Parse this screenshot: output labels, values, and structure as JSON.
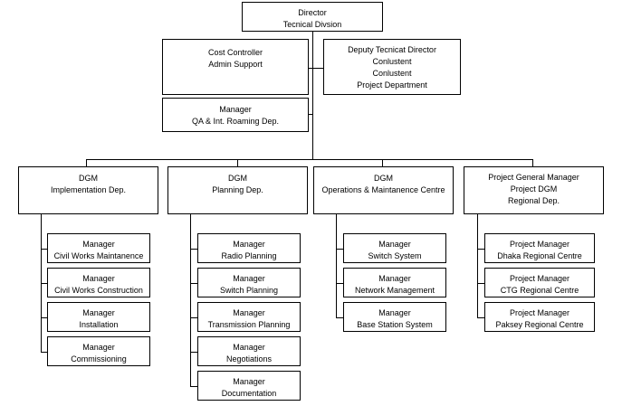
{
  "chart_data": {
    "type": "diagram",
    "title": "Technical Division Organizational Chart",
    "orientation": "top-down hierarchy with left-spine sub-branches",
    "levels": 3
  },
  "nodes": {
    "director": {
      "lines": [
        "Director",
        "Tecnical Divsion"
      ]
    },
    "cost_controller": {
      "lines": [
        "Cost Controller",
        "Admin Support"
      ]
    },
    "deputy": {
      "lines": [
        "Deputy Tecnicat Director",
        "Conlustent",
        "Conlustent",
        "Project Department"
      ]
    },
    "manager_qa": {
      "lines": [
        "Manager",
        "QA & Int. Roaming Dep."
      ]
    },
    "dgm_implementation": {
      "lines": [
        "DGM",
        "Implementation Dep."
      ]
    },
    "dgm_planning": {
      "lines": [
        "DGM",
        "Planning Dep."
      ]
    },
    "dgm_operations": {
      "lines": [
        "DGM",
        "Operations & Maintanence Centre"
      ]
    },
    "project_general_manager": {
      "lines": [
        "Project General Manager",
        "Project DGM",
        "Regional Dep."
      ]
    },
    "impl_1": {
      "lines": [
        "Manager",
        "Civil Works  Maintanence"
      ]
    },
    "impl_2": {
      "lines": [
        "Manager",
        "Civil Works Construction"
      ]
    },
    "impl_3": {
      "lines": [
        "Manager",
        "Installation"
      ]
    },
    "impl_4": {
      "lines": [
        "Manager",
        "Commissioning"
      ]
    },
    "plan_1": {
      "lines": [
        "Manager",
        "Radio Planning"
      ]
    },
    "plan_2": {
      "lines": [
        "Manager",
        "Switch Planning"
      ]
    },
    "plan_3": {
      "lines": [
        "Manager",
        "Transmission Planning"
      ]
    },
    "plan_4": {
      "lines": [
        "Manager",
        "Negotiations"
      ]
    },
    "plan_5": {
      "lines": [
        "Manager",
        "Documentation"
      ]
    },
    "ops_1": {
      "lines": [
        "Manager",
        "Switch System"
      ]
    },
    "ops_2": {
      "lines": [
        "Manager",
        "Network Management"
      ]
    },
    "ops_3": {
      "lines": [
        "Manager",
        "Base Station System"
      ]
    },
    "reg_1": {
      "lines": [
        "Project Manager",
        "Dhaka Regional Centre"
      ]
    },
    "reg_2": {
      "lines": [
        "Project Manager",
        "CTG Regional Centre"
      ]
    },
    "reg_3": {
      "lines": [
        "Project Manager",
        "Paksey Regional Centre"
      ]
    }
  },
  "style": {
    "border_color": "#000000",
    "background_color": "#ffffff",
    "text_color": "#000000"
  }
}
